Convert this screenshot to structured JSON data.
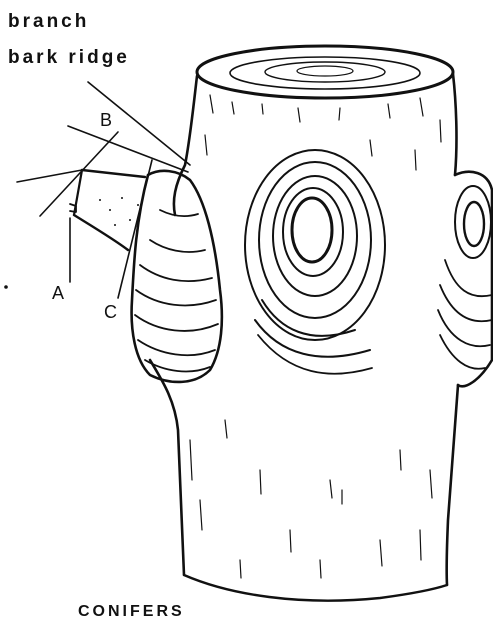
{
  "labels": {
    "branch": "branch",
    "bark_ridge": "bark ridge",
    "letter_a": "A",
    "letter_b": "B",
    "letter_c": "C",
    "footer": "CONIFERS"
  },
  "colors": {
    "ink": "#111111",
    "background": "#ffffff"
  }
}
